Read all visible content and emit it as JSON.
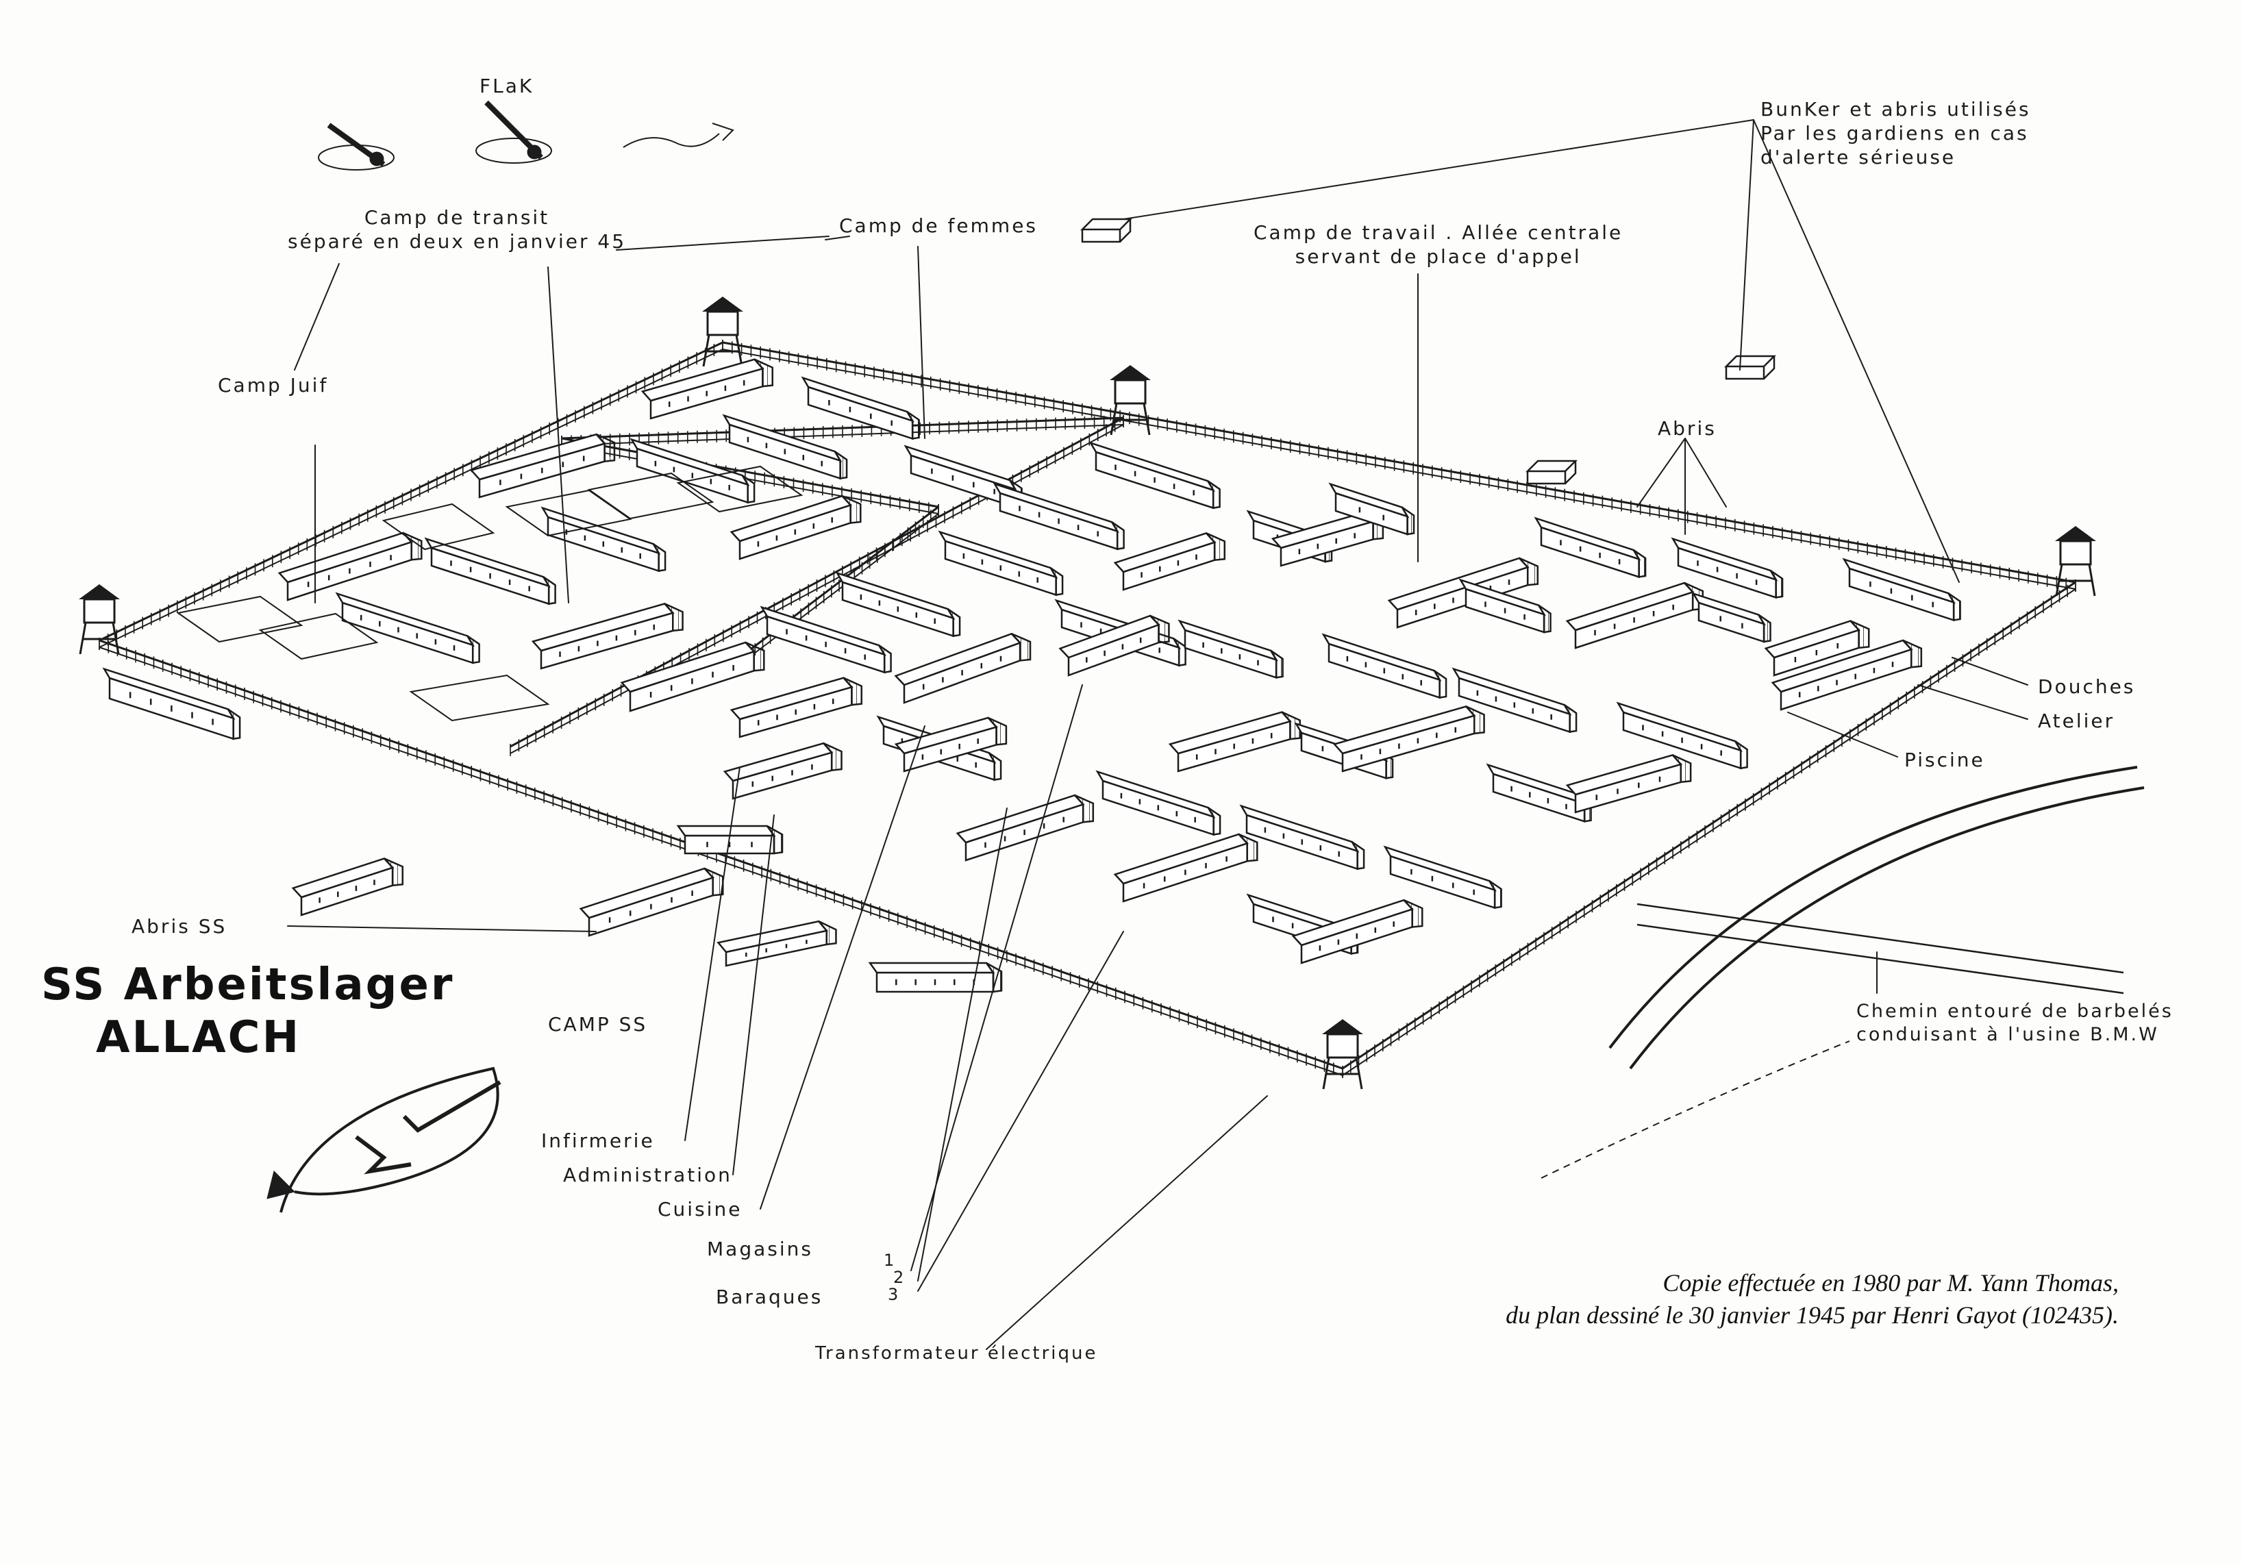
{
  "title": {
    "line1": "SS Arbeitslager",
    "line2": "ALLACH"
  },
  "labels": {
    "flak": "FLaK",
    "camp_transit": [
      "Camp de transit",
      "séparé en deux en janvier 45"
    ],
    "camp_femmes": "Camp de femmes",
    "camp_travail": [
      "Camp de travail . Allée centrale",
      "servant de place d'appel"
    ],
    "bunker": [
      "BunKer et abris utilisés",
      "Par les gardiens en cas",
      "d'alerte sérieuse"
    ],
    "camp_juif": "Camp Juif",
    "abris": "Abris",
    "douches": "Douches",
    "atelier": "Atelier",
    "piscine": "Piscine",
    "chemin": [
      "Chemin entouré de barbelés",
      "conduisant à l'usine B.M.W"
    ],
    "abris_ss": "Abris SS",
    "camp_ss": "CAMP SS",
    "infirmerie": "Infirmerie",
    "administration": "Administration",
    "cuisine": "Cuisine",
    "magasins": "Magasins",
    "baraques": "Baraques",
    "baraques_nums": [
      "1",
      "2",
      "3"
    ],
    "transformateur": "Transformateur électrique"
  },
  "caption": [
    "Copie effectuée en 1980 par M. Yann Thomas,",
    "du plan dessiné le 30 janvier 1945 par Henri Gayot (102435)."
  ],
  "colors": {
    "ink": "#1c1c1c",
    "paper": "#fdfdfb"
  }
}
